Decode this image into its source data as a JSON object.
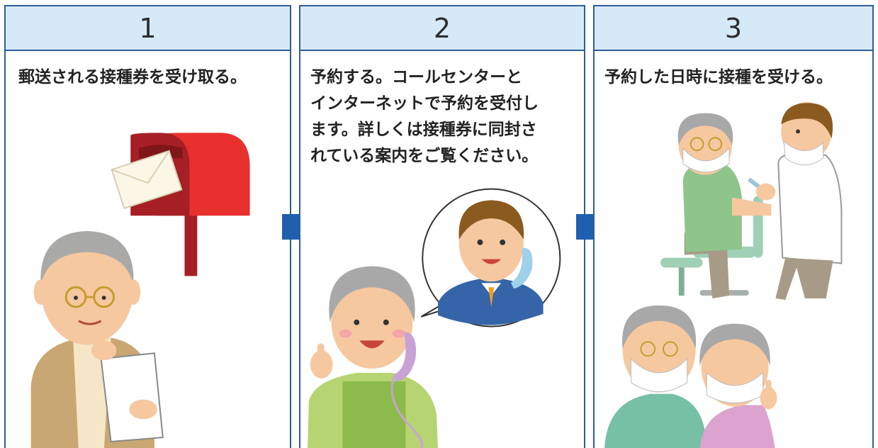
{
  "steps": [
    {
      "number": "1",
      "text": "郵送される接種券を受け取る。"
    },
    {
      "number": "2",
      "text": "予約する。コールセンターと\nインターネットで予約を受付し\nます。詳しくは接種券に同封さ\nれている案内をご覧ください。"
    },
    {
      "number": "3",
      "text": "予約した日時に接種を受ける。"
    }
  ],
  "colors": {
    "border": "#2f5d9c",
    "header_bg": "#d5e9f7",
    "arrow": "#1f5fad",
    "mailbox": "#e03131"
  },
  "icons": [
    "mailbox-icon",
    "envelope-icon",
    "elderly-man-reading-icon",
    "elderly-woman-phone-icon",
    "operator-icon",
    "doctor-icon",
    "patient-icon",
    "elderly-couple-masks-icon",
    "arrow-right-icon"
  ]
}
